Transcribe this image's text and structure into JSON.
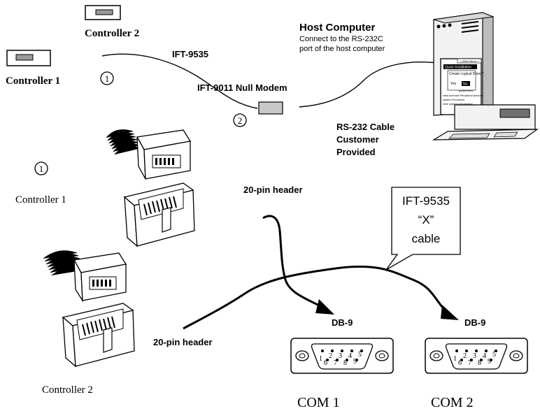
{
  "top": {
    "controller2_label": "Controller 2",
    "controller1_label": "Controller 1",
    "ift9535_label": "IFT-9535",
    "null_modem_label": "IFT-9011 Null Modem",
    "marker_1": "1",
    "marker_2": "2",
    "host_title": "Host Computer",
    "host_desc_line1": "Connect to the RS-232C",
    "host_desc_line2": "port of the host computer",
    "rs232_line1": "RS-232 Cable",
    "rs232_line2": "Customer",
    "rs232_line3": "Provided",
    "screen": {
      "title": "< Main Menu >",
      "item1": "Quick Installation",
      "item2": "Create Logical Drive ?",
      "yes": "Yes",
      "no": "No",
      "params": "parameters",
      "item3": "view and edit Peripheral devices",
      "item4": "system Functions",
      "item5": "view system Information"
    }
  },
  "bottom": {
    "marker_1": "1",
    "controller1_label": "Controller 1",
    "controller2_label": "Controller 2",
    "header_top_label": "20-pin header",
    "header_bottom_label": "20-pin header",
    "callout_line1": "IFT-9535",
    "callout_line2": "“X”",
    "callout_line3": "cable",
    "db9_left_label": "DB-9",
    "db9_right_label": "DB-9",
    "com1_label": "COM 1",
    "com2_label": "COM 2",
    "pin_top": [
      "1",
      "2",
      "3",
      "4",
      "5"
    ],
    "pin_bottom": [
      "6",
      "7",
      "8",
      "9"
    ]
  }
}
